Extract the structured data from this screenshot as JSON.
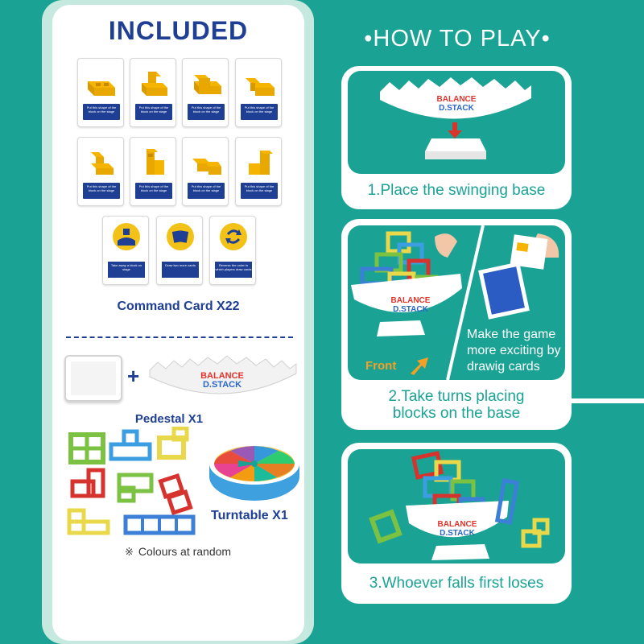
{
  "included": {
    "title": "INCLUDED",
    "shape_card_text": "Put this shape of the block on the stage",
    "command_cards": [
      {
        "icon": "remove-block-icon",
        "text": "Take away a block on stage"
      },
      {
        "icon": "draw-cards-icon",
        "text": "Draw two more cards"
      },
      {
        "icon": "reverse-order-icon",
        "text": "Reverse the order in which players draw cards"
      }
    ],
    "command_label": "Command Card X22",
    "plus": "+",
    "pedestal_label": "Pedestal X1",
    "turntable_label": "Turntable X1",
    "colours_mark": "※",
    "colours_note": "Colours at random"
  },
  "logo": {
    "line1": "BALANCE",
    "line2": "D.STACK"
  },
  "howto": {
    "title": "•HOW TO PLAY•",
    "steps": [
      {
        "caption": "1.Place the swinging base"
      },
      {
        "caption_line1": "2.Take turns placing",
        "caption_line2": "blocks on the base",
        "side_line1": "Make the game",
        "side_line2": "more exciting by",
        "side_line3": "drawig cards",
        "front": "Front"
      },
      {
        "caption": "3.Whoever falls first loses"
      }
    ]
  },
  "colors": {
    "background": "#1aa394",
    "title_blue": "#1f3f95",
    "block_yellow": "#f5b400",
    "accent_orange": "#f4a024"
  }
}
